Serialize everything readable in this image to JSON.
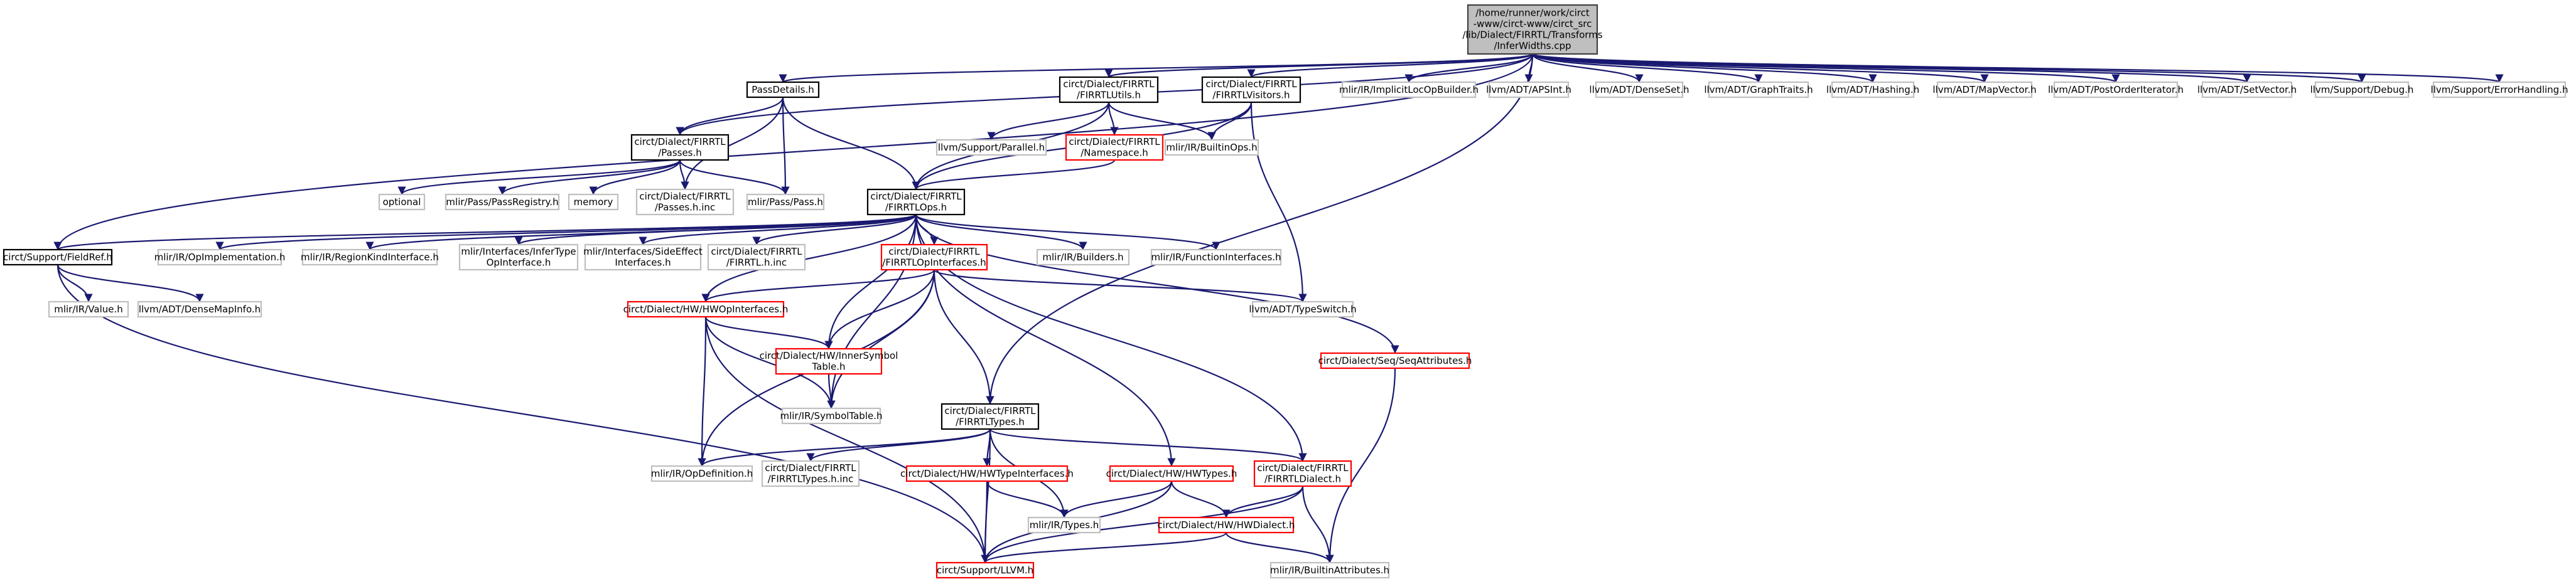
{
  "colors": {
    "edge": "#191970",
    "root_fill": "#bfbfbf",
    "root_stroke": "#404040",
    "documented_stroke": "#000000",
    "external_stroke": "#bfbfbf",
    "truncated_stroke": "#ff0000"
  },
  "nodes": [
    {
      "id": "root",
      "kind": "root",
      "lines": [
        "/home/runner/work/circt",
        "-www/circt-www/circt_src",
        "/lib/Dialect/FIRRTL/Transforms",
        "/InferWidths.cpp"
      ]
    },
    {
      "id": "passdetails",
      "kind": "doc",
      "lines": [
        "PassDetails.h"
      ]
    },
    {
      "id": "firrtlutils",
      "kind": "doc",
      "lines": [
        "circt/Dialect/FIRRTL",
        "/FIRRTLUtils.h"
      ]
    },
    {
      "id": "firrtlvisitors",
      "kind": "doc",
      "lines": [
        "circt/Dialect/FIRRTL",
        "/FIRRTLVisitors.h"
      ]
    },
    {
      "id": "implicitloc",
      "kind": "ext",
      "lines": [
        "mlir/IR/ImplicitLocOpBuilder.h"
      ]
    },
    {
      "id": "apsint",
      "kind": "ext",
      "lines": [
        "llvm/ADT/APSInt.h"
      ]
    },
    {
      "id": "denseset",
      "kind": "ext",
      "lines": [
        "llvm/ADT/DenseSet.h"
      ]
    },
    {
      "id": "graphtraits",
      "kind": "ext",
      "lines": [
        "llvm/ADT/GraphTraits.h"
      ]
    },
    {
      "id": "hashing",
      "kind": "ext",
      "lines": [
        "llvm/ADT/Hashing.h"
      ]
    },
    {
      "id": "mapvector",
      "kind": "ext",
      "lines": [
        "llvm/ADT/MapVector.h"
      ]
    },
    {
      "id": "postorder",
      "kind": "ext",
      "lines": [
        "llvm/ADT/PostOrderIterator.h"
      ]
    },
    {
      "id": "setvector",
      "kind": "ext",
      "lines": [
        "llvm/ADT/SetVector.h"
      ]
    },
    {
      "id": "debug",
      "kind": "ext",
      "lines": [
        "llvm/Support/Debug.h"
      ]
    },
    {
      "id": "errorhandling",
      "kind": "ext",
      "lines": [
        "llvm/Support/ErrorHandling.h"
      ]
    },
    {
      "id": "passes",
      "kind": "doc",
      "lines": [
        "circt/Dialect/FIRRTL",
        "/Passes.h"
      ]
    },
    {
      "id": "parallel",
      "kind": "ext",
      "lines": [
        "llvm/Support/Parallel.h"
      ]
    },
    {
      "id": "namespace",
      "kind": "trunc",
      "lines": [
        "circt/Dialect/FIRRTL",
        "/Namespace.h"
      ]
    },
    {
      "id": "builtinops",
      "kind": "ext",
      "lines": [
        "mlir/IR/BuiltinOps.h"
      ]
    },
    {
      "id": "optional",
      "kind": "ext",
      "lines": [
        "optional"
      ]
    },
    {
      "id": "passregistry",
      "kind": "ext",
      "lines": [
        "mlir/Pass/PassRegistry.h"
      ]
    },
    {
      "id": "memory",
      "kind": "ext",
      "lines": [
        "memory"
      ]
    },
    {
      "id": "passesinc",
      "kind": "ext",
      "lines": [
        "circt/Dialect/FIRRTL",
        "/Passes.h.inc"
      ]
    },
    {
      "id": "passh",
      "kind": "ext",
      "lines": [
        "mlir/Pass/Pass.h"
      ]
    },
    {
      "id": "firrtlops",
      "kind": "doc",
      "lines": [
        "circt/Dialect/FIRRTL",
        "/FIRRTLOps.h"
      ]
    },
    {
      "id": "fieldref",
      "kind": "doc",
      "lines": [
        "circt/Support/FieldRef.h"
      ]
    },
    {
      "id": "opimpl",
      "kind": "ext",
      "lines": [
        "mlir/IR/OpImplementation.h"
      ]
    },
    {
      "id": "regionkind",
      "kind": "ext",
      "lines": [
        "mlir/IR/RegionKindInterface.h"
      ]
    },
    {
      "id": "infertype",
      "kind": "ext",
      "lines": [
        "mlir/Interfaces/InferType",
        "OpInterface.h"
      ]
    },
    {
      "id": "sideeffect",
      "kind": "ext",
      "lines": [
        "mlir/Interfaces/SideEffect",
        "Interfaces.h"
      ]
    },
    {
      "id": "firrtlhinc",
      "kind": "ext",
      "lines": [
        "circt/Dialect/FIRRTL",
        "/FIRRTL.h.inc"
      ]
    },
    {
      "id": "opinterfaces",
      "kind": "trunc",
      "lines": [
        "circt/Dialect/FIRRTL",
        "/FIRRTLOpInterfaces.h"
      ]
    },
    {
      "id": "builders",
      "kind": "ext",
      "lines": [
        "mlir/IR/Builders.h"
      ]
    },
    {
      "id": "funcinterfaces",
      "kind": "ext",
      "lines": [
        "mlir/IR/FunctionInterfaces.h"
      ]
    },
    {
      "id": "value",
      "kind": "ext",
      "lines": [
        "mlir/IR/Value.h"
      ]
    },
    {
      "id": "densemapinfo",
      "kind": "ext",
      "lines": [
        "llvm/ADT/DenseMapInfo.h"
      ]
    },
    {
      "id": "typeswitch",
      "kind": "ext",
      "lines": [
        "llvm/ADT/TypeSwitch.h"
      ]
    },
    {
      "id": "hwopinterfaces",
      "kind": "trunc",
      "lines": [
        "circt/Dialect/HW/HWOpInterfaces.h"
      ]
    },
    {
      "id": "seqattrs",
      "kind": "trunc",
      "lines": [
        "circt/Dialect/Seq/SeqAttributes.h"
      ]
    },
    {
      "id": "innersymbol",
      "kind": "trunc",
      "lines": [
        "circt/Dialect/HW/InnerSymbol",
        "Table.h"
      ]
    },
    {
      "id": "symboltable",
      "kind": "ext",
      "lines": [
        "mlir/IR/SymbolTable.h"
      ]
    },
    {
      "id": "firrtltypes",
      "kind": "doc",
      "lines": [
        "circt/Dialect/FIRRTL",
        "/FIRRTLTypes.h"
      ]
    },
    {
      "id": "opdefinition",
      "kind": "ext",
      "lines": [
        "mlir/IR/OpDefinition.h"
      ]
    },
    {
      "id": "firrtltypesinc",
      "kind": "ext",
      "lines": [
        "circt/Dialect/FIRRTL",
        "/FIRRTLTypes.h.inc"
      ]
    },
    {
      "id": "hwtypeinterfaces",
      "kind": "trunc",
      "lines": [
        "circt/Dialect/HW/HWTypeInterfaces.h"
      ]
    },
    {
      "id": "hwtypes",
      "kind": "trunc",
      "lines": [
        "circt/Dialect/HW/HWTypes.h"
      ]
    },
    {
      "id": "firrtldialect",
      "kind": "trunc",
      "lines": [
        "circt/Dialect/FIRRTL",
        "/FIRRTLDialect.h"
      ]
    },
    {
      "id": "irtypes",
      "kind": "ext",
      "lines": [
        "mlir/IR/Types.h"
      ]
    },
    {
      "id": "hwdialect",
      "kind": "trunc",
      "lines": [
        "circt/Dialect/HW/HWDialect.h"
      ]
    },
    {
      "id": "llvmh",
      "kind": "trunc",
      "lines": [
        "circt/Support/LLVM.h"
      ]
    },
    {
      "id": "builtinattrs",
      "kind": "ext",
      "lines": [
        "mlir/IR/BuiltinAttributes.h"
      ]
    }
  ]
}
